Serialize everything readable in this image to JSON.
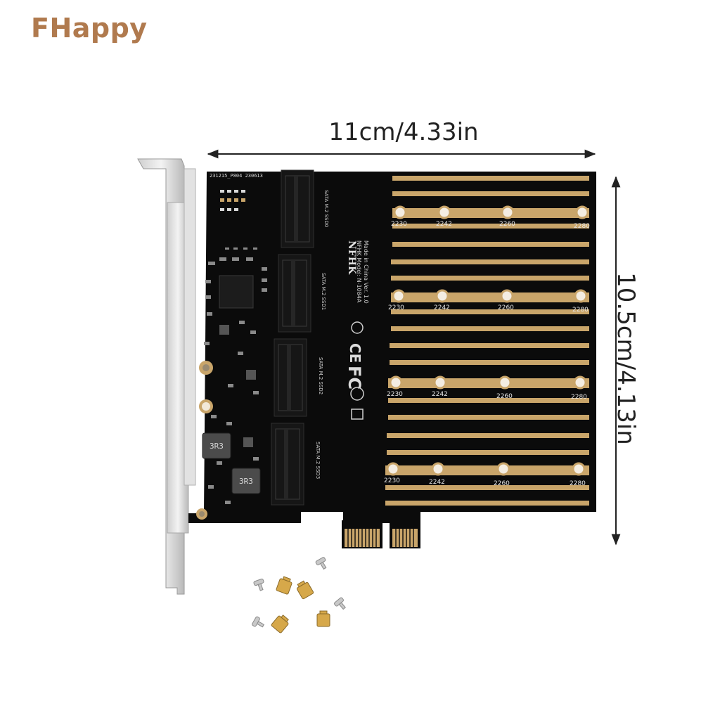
{
  "brand": {
    "name": "FHappy",
    "color": "#b07a4e"
  },
  "dimensions": {
    "width": "11cm/4.33in",
    "height": "10.5cm/4.13in"
  },
  "board": {
    "top_code": "231215_P804 230613",
    "vendor": "NFHK",
    "model": "NFHK Model: N-1084A",
    "origin": "Made in China Ver. 1.0",
    "cert_marks": [
      "FC",
      "CE"
    ],
    "inductor_mark": "3R3",
    "slot_labels": [
      "SATA M.2 SSD0",
      "SATA M.2 SSD1",
      "SATA M.2 SSD2",
      "SATA M.2 SSD3"
    ],
    "mount_sizes": [
      "2230",
      "2242",
      "2260",
      "2280"
    ],
    "pcb_color": "#0b0b0b",
    "gold_color": "#c9a56a"
  },
  "accessories": {
    "icon": "screws-and-standoffs-icon"
  }
}
